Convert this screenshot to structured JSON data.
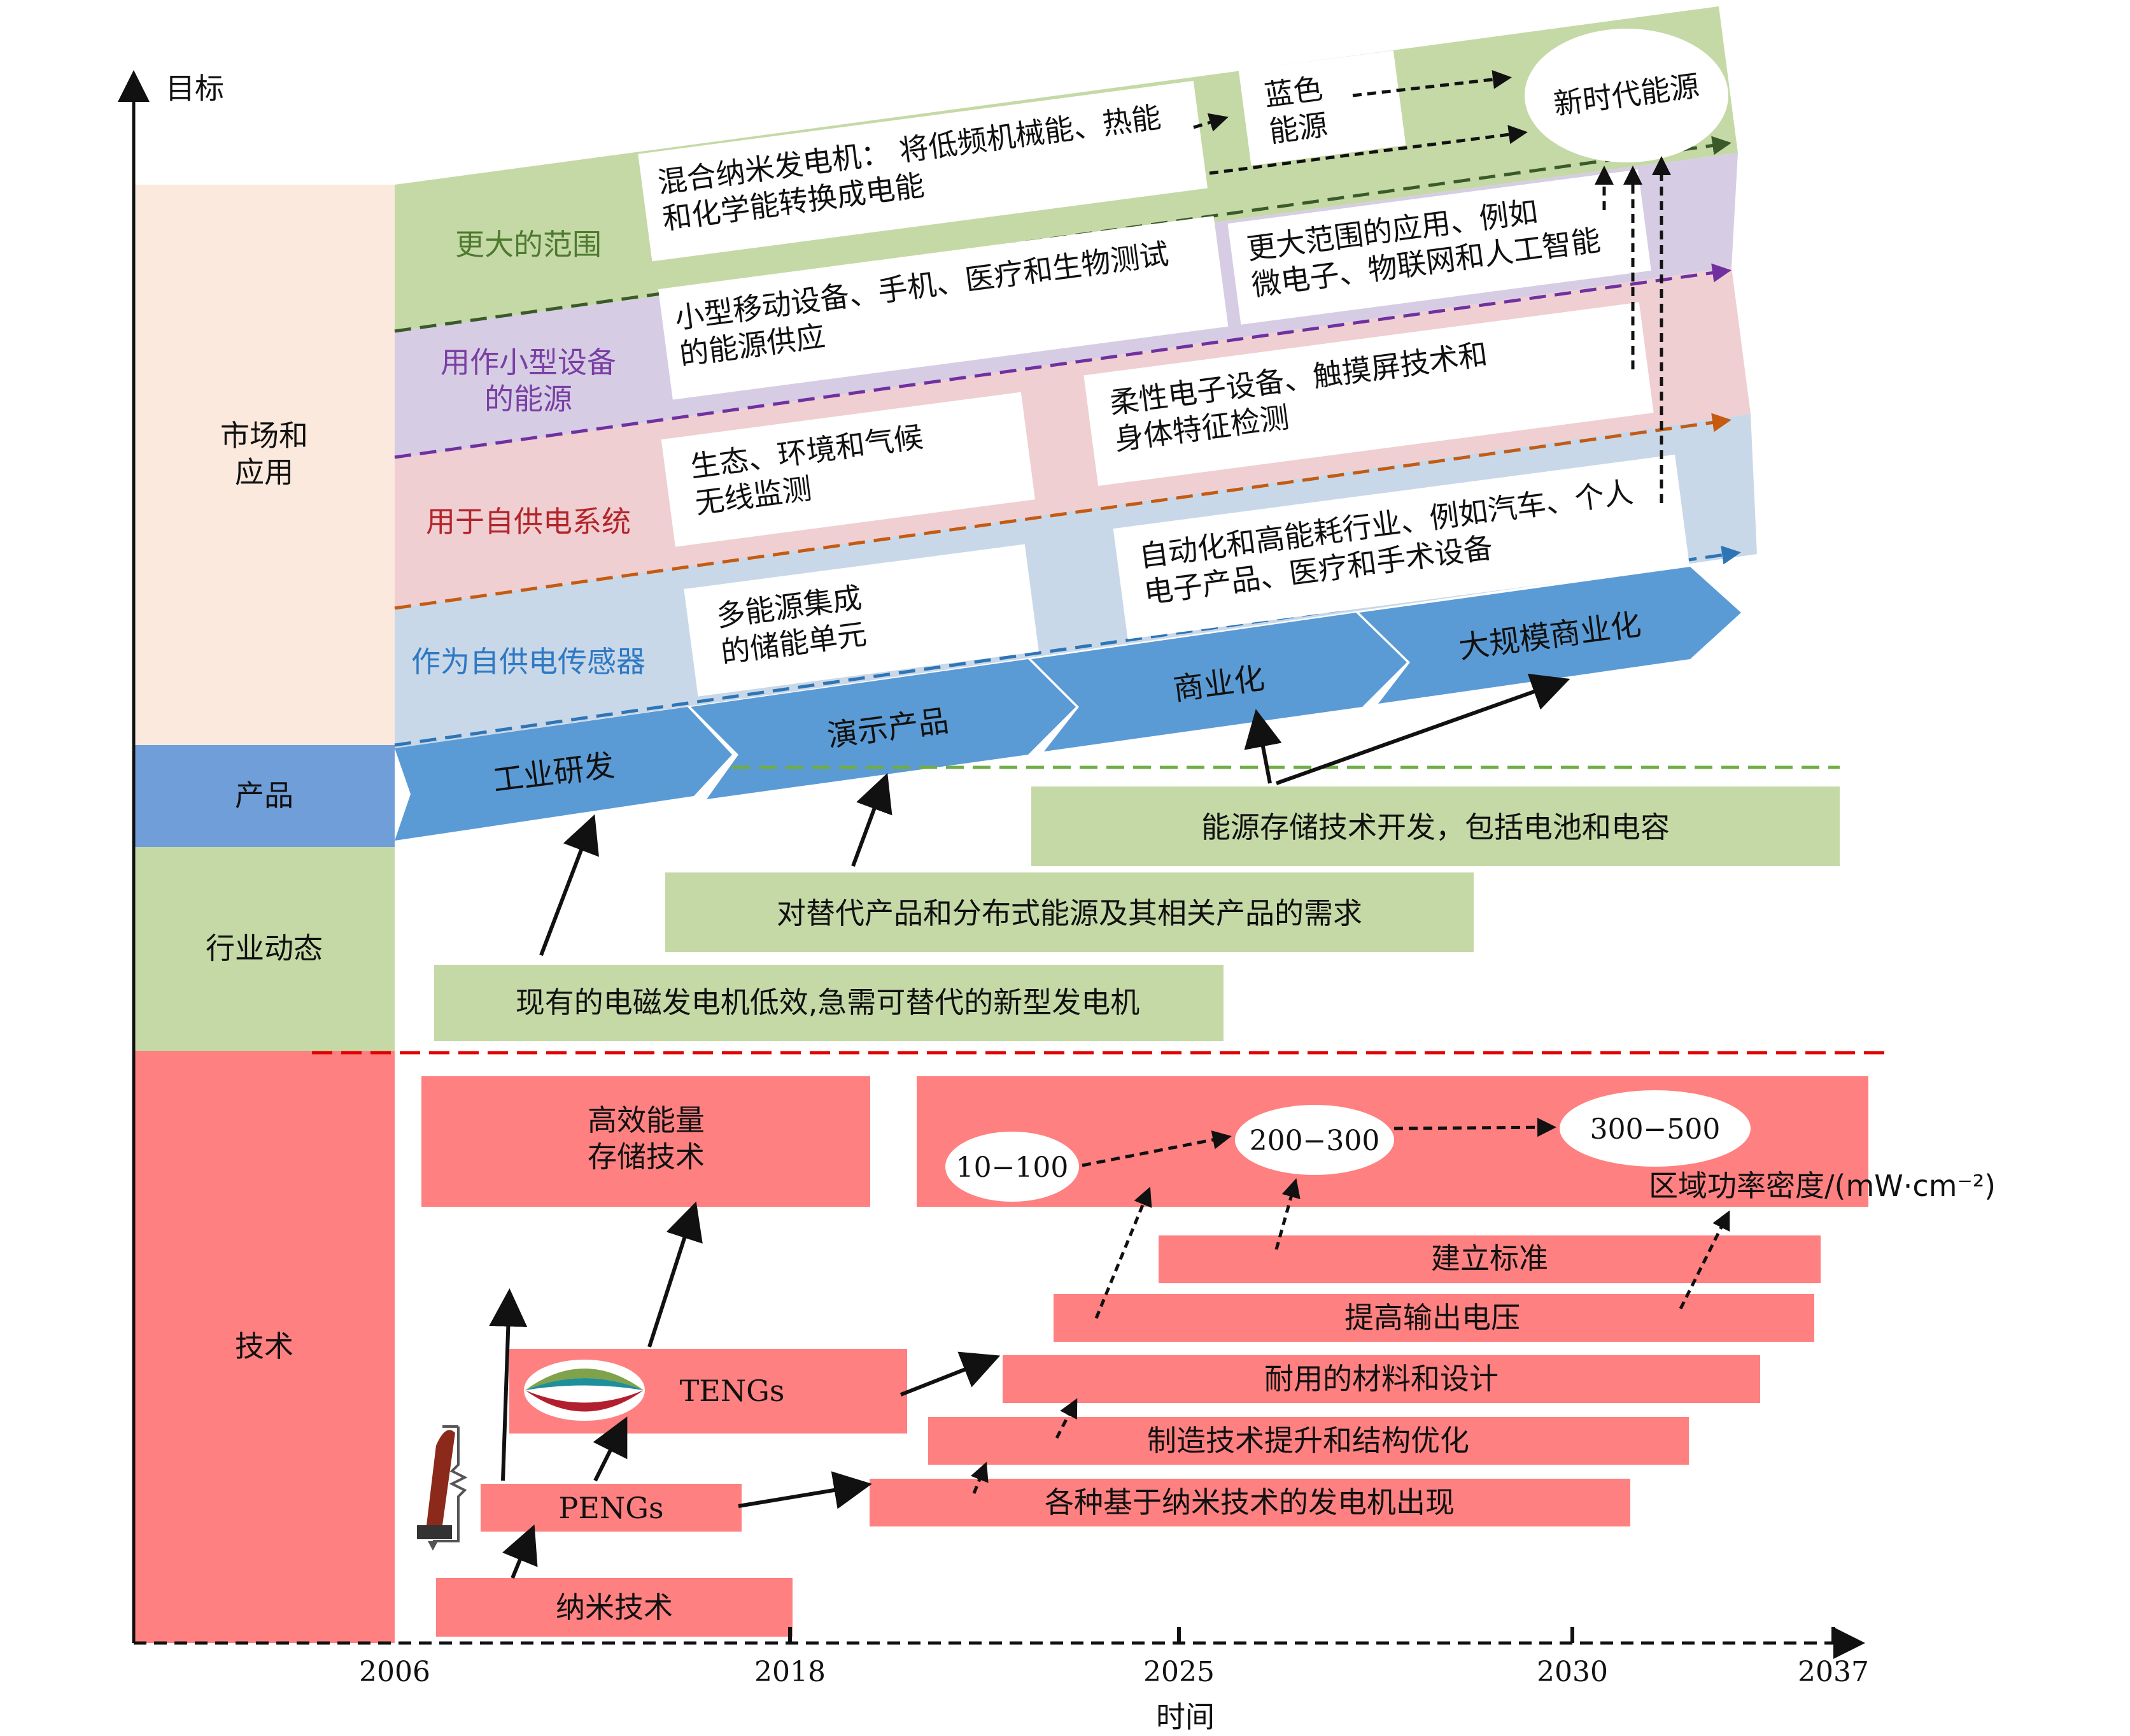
{
  "axis": {
    "y_label": "目标",
    "x_label": "时间",
    "ticks": [
      "2006",
      "2018",
      "2025",
      "2030",
      "2037"
    ]
  },
  "left_panel": {
    "market": "市场和\n应用",
    "product": "产品",
    "industry": "行业动态",
    "tech": "技术"
  },
  "bands": {
    "range": "更大的范围",
    "small_device": "用作小型设备\n的能源",
    "self_power_system": "用于自供电系统",
    "sensor": "作为自供电传感器"
  },
  "market_boxes": {
    "hybrid": "混合纳米发电机： 将低频机械能、热能\n和化学能转换成电能",
    "blue_energy": "蓝色\n能源",
    "new_era": "新时代能源",
    "mobile": "小型移动设备、手机、医疗和生物测试\n的能源供应",
    "wider": "更大范围的应用、例如\n微电子、物联网和人工智能",
    "ecology": "生态、环境和气候\n无线监测",
    "flexible": "柔性电子设备、触摸屏技术和\n身体特征检测",
    "multi_source": "多能源集成\n的储能单元",
    "automation": "自动化和高能耗行业、例如汽车、个人\n电子产品、医疗和手术设备"
  },
  "stages": [
    "工业研发",
    "演示产品",
    "商业化",
    "大规模商业化"
  ],
  "industry_boxes": {
    "storage_dev": "能源存储技术开发，包括电池和电容",
    "demand": "对替代产品和分布式能源及其相关产品的需求",
    "inefficient": "现有的电磁发电机低效,急需可替代的新型发电机"
  },
  "tech_boxes": {
    "storage": "高效能量\n存储技术",
    "power_range_1": "10−100",
    "power_range_2": "200−300",
    "power_range_3": "300−500",
    "power_density": "区域功率密度/(mW·cm⁻²)",
    "standard": "建立标准",
    "voltage": "提高输出电压",
    "durable": "耐用的材料和设计",
    "manufacturing": "制造技术提升和结构优化",
    "teng": "TENGs",
    "peng": "PENGs",
    "generators": "各种基于纳米技术的发电机出现",
    "nano": "纳米技术"
  },
  "colors": {
    "market_bg": "#fbe9dd",
    "product_blue": "#5b9bd5",
    "product_left": "#6f9ed9",
    "green": "#c5d9a6",
    "purple": "#d6cde4",
    "pink": "#efcfd1",
    "lightblue": "#c9d8e8",
    "tech_red": "#ff8080",
    "band_green_text": "#4e7a2f",
    "band_purple_text": "#7a3fa3",
    "band_red_text": "#b3252b",
    "band_blue_text": "#2e79c4"
  }
}
